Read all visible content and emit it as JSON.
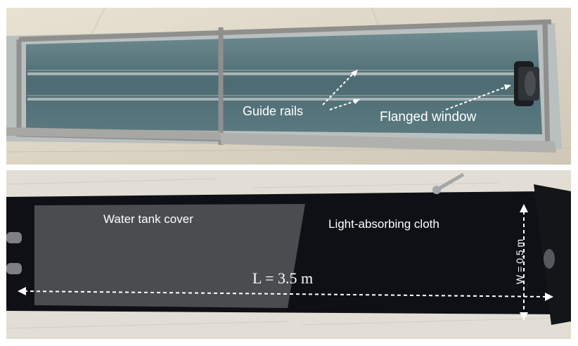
{
  "top_panel": {
    "labels": {
      "guide_rails": "Guide rails",
      "flanged_window": "Flanged window"
    }
  },
  "bottom_panel": {
    "labels": {
      "water_tank_cover": "Water tank cover",
      "light_absorbing_cloth": "Light-absorbing cloth",
      "length": "L = 3.5 m",
      "width": "W = 0.5 m"
    }
  },
  "colors": {
    "annotation": "#ffffff",
    "water": "#4f6f78",
    "steel_frame": "#9a9a9a",
    "cover": "#4a4c50",
    "cloth": "#0e0f14"
  }
}
